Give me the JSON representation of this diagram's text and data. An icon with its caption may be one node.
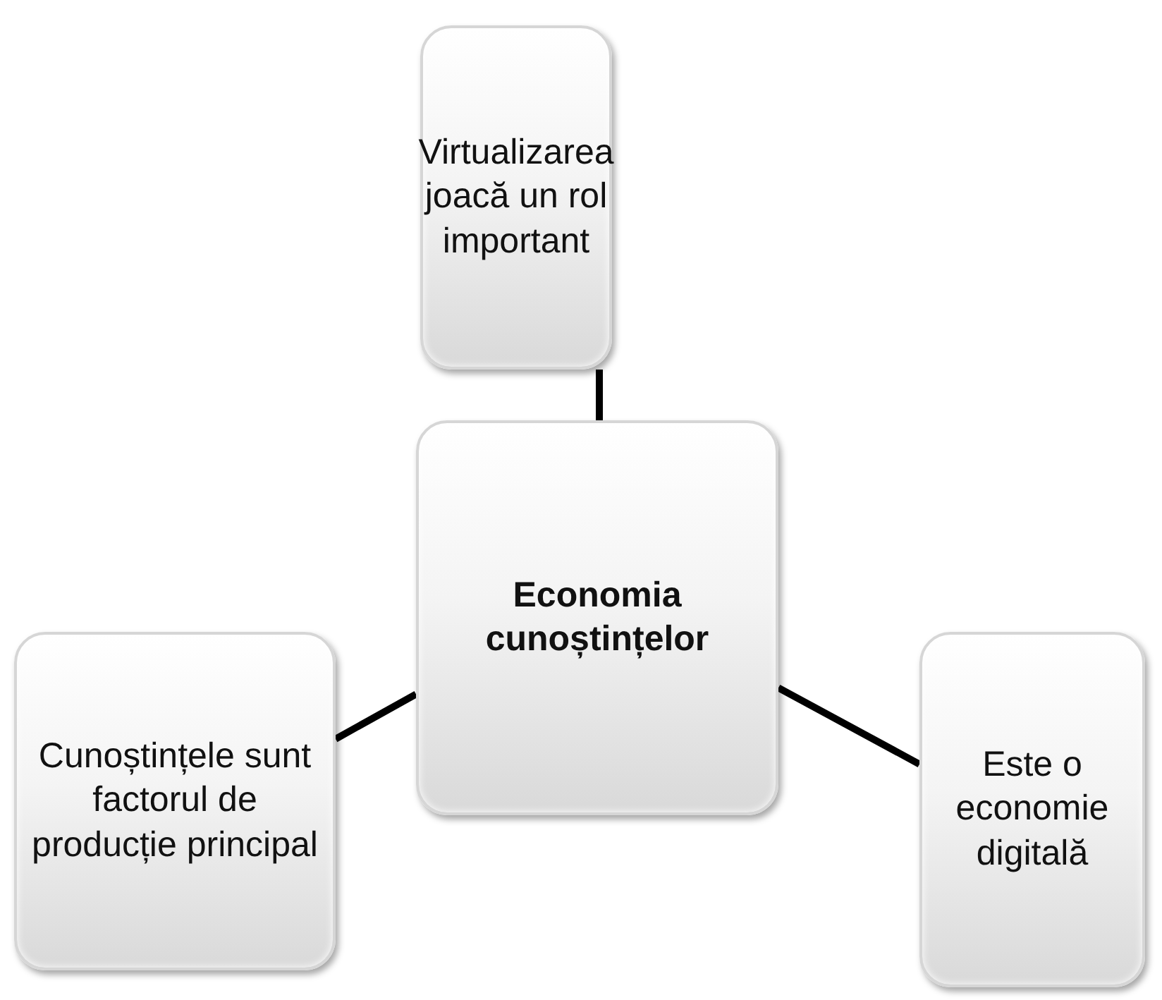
{
  "diagram": {
    "nodes": [
      {
        "text": [
          "Economia cunoștințelor"
        ]
      },
      {
        "text": [
          "Virtualizarea joacă un rol important"
        ]
      },
      {
        "text": [
          "Cunoștințele sunt factorul de producție principal"
        ]
      },
      {
        "text": [
          "Este o economie digitală"
        ]
      }
    ],
    "edges": [
      {
        "from": 0,
        "to": 1,
        "arrow": "none"
      },
      {
        "from": 0,
        "to": 2,
        "arrow": "none"
      },
      {
        "from": 0,
        "to": 3,
        "arrow": "none"
      }
    ]
  }
}
